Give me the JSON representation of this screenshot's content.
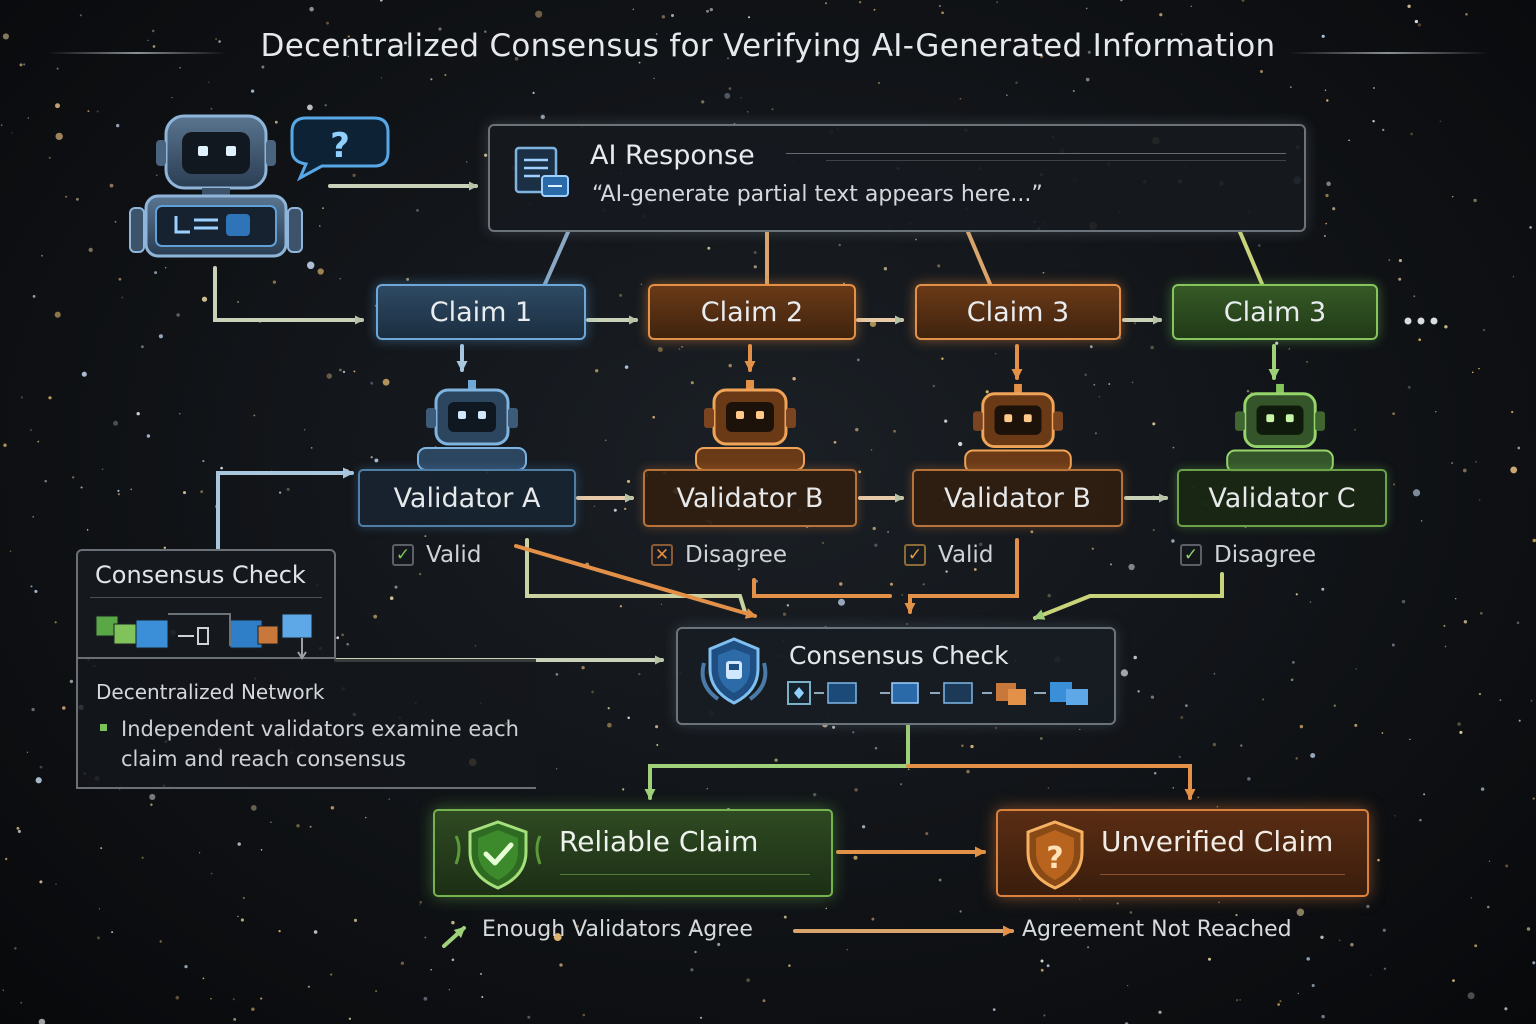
{
  "title": "Decentralized Consensus for Verifying AI-Generated Information",
  "response": {
    "title": "AI Response",
    "text": "“AI-generate partial text appears here...”"
  },
  "claims": [
    "Claim 1",
    "Claim 2",
    "Claim 3",
    "Claim 3"
  ],
  "validators": [
    {
      "label": "Validator A",
      "status": "Valid"
    },
    {
      "label": "Validator B",
      "status": "Disagree"
    },
    {
      "label": "Validator B",
      "status": "Valid"
    },
    {
      "label": "Validator C",
      "status": "Disagree"
    }
  ],
  "network_panel": {
    "heading": "Consensus Check",
    "title": "Decentralized Network",
    "line1": "Independent validators examine each",
    "line2": "claim and reach consensus"
  },
  "consensus": {
    "title": "Consensus Check"
  },
  "outcomes": {
    "reliable": "Reliable Claim",
    "unverified": "Unverified Claim"
  },
  "captions": {
    "agree": "Enough Validators Agree",
    "not_reached": "Agreement Not Reached"
  },
  "colors": {
    "blue": "#6fa7d6",
    "orange": "#e39148",
    "green": "#86c55c",
    "background": "#0b0d10"
  },
  "icons": [
    "ai-robot-icon",
    "question-bubble-icon",
    "document-icon",
    "shield-icon",
    "shield-check-icon",
    "shield-question-icon",
    "check-icon",
    "cross-icon"
  ]
}
